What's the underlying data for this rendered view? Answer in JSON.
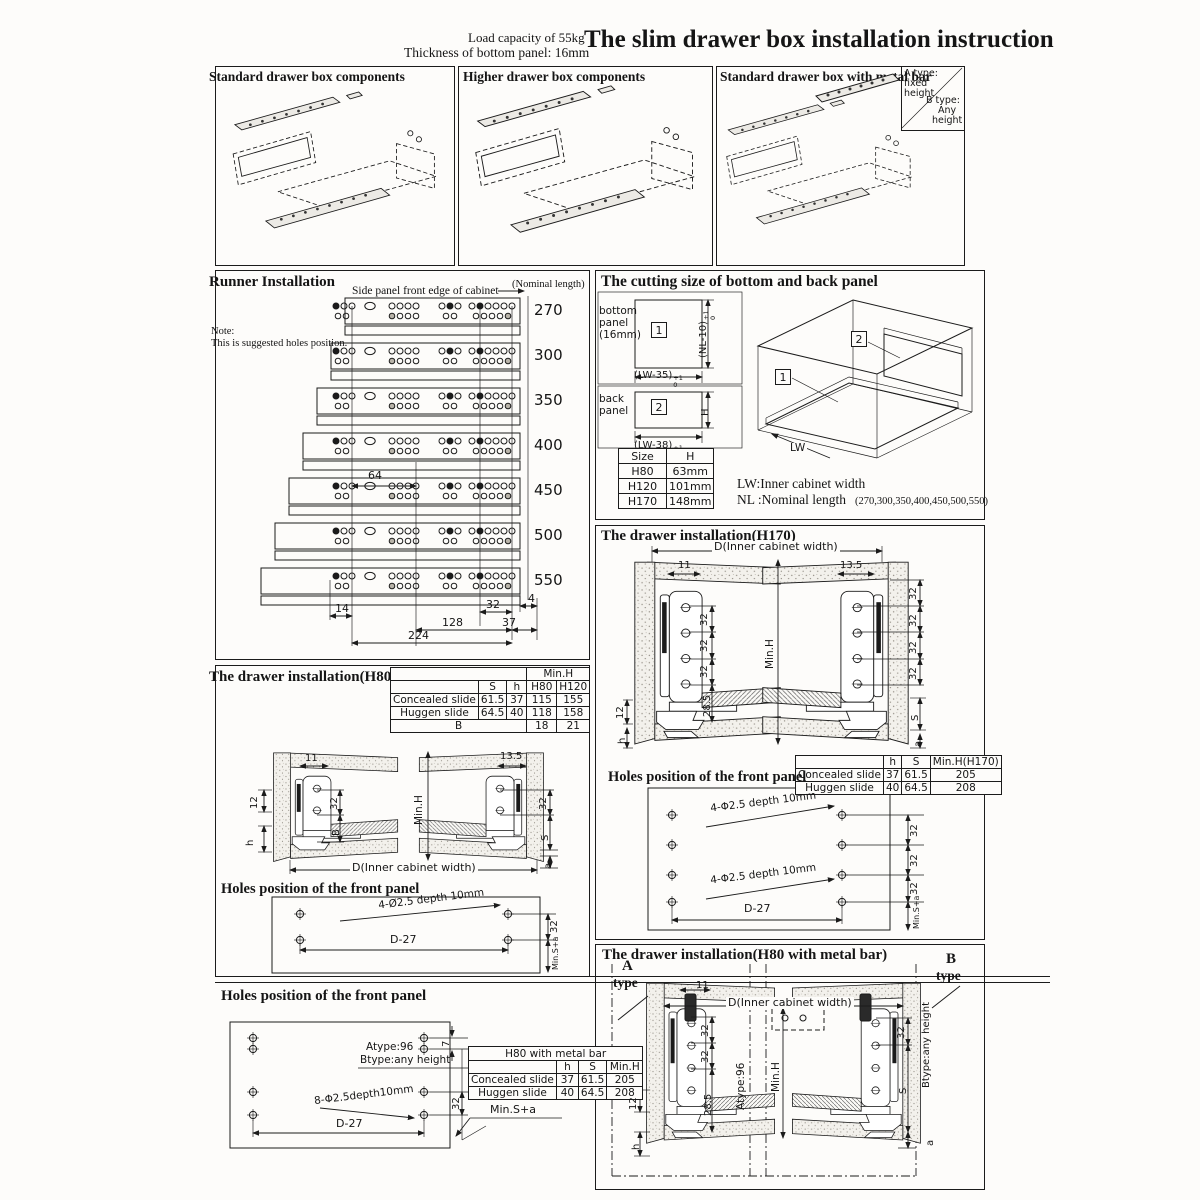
{
  "header": {
    "load_capacity": "Load capacity of 55kg",
    "thickness": "Thickness of bottom panel: 16mm",
    "title": "The slim drawer box installation instruction"
  },
  "components": {
    "standard_title": "Standard drawer box components",
    "higher_title": "Higher drawer box components",
    "metalbar_title": "Standard drawer box with metal bar",
    "a_line1": "A type:",
    "a_line2": "fixed",
    "a_line3": "height",
    "b_line1": "B type:",
    "b_line2": "Any",
    "b_line3": "height"
  },
  "runner": {
    "title": "Runner Installation",
    "side_edge_label": "Side panel front edge of cabinet",
    "nominal_label": "(Nominal length)",
    "note_line1": "Note:",
    "note_line2": "This is suggested holes position.",
    "lengths": [
      "270",
      "300",
      "350",
      "400",
      "450",
      "500",
      "550"
    ],
    "d64": "64",
    "d14": "14",
    "d128": "128",
    "d32": "32",
    "d224": "224",
    "d37": "37",
    "d4": "4"
  },
  "cutting": {
    "title": "The cutting size of bottom and back panel",
    "bottom_l1": "bottom",
    "bottom_l2": "panel",
    "bottom_l3": "(16mm)",
    "back_l1": "back",
    "back_l2": "panel",
    "callout_1": "1",
    "callout_2": "2",
    "bottom_w": "(LW-35)",
    "bottom_h": "(NL-10)",
    "back_w": "(LW-38)",
    "back_h": "H",
    "tol_sup": "+1",
    "tol_sub": "0",
    "lw_dim": "LW",
    "size_table": {
      "c1": "Size",
      "c2": "H",
      "rows": [
        [
          "H80",
          "63mm"
        ],
        [
          "H120",
          "101mm"
        ],
        [
          "H170",
          "148mm"
        ]
      ]
    },
    "note_lw": "LW:Inner cabinet width",
    "note_nl_a": "NL :Nominal length",
    "note_nl_b": "(270,300,350,400,450,500,550)"
  },
  "h170": {
    "title": "The drawer installation(H170)",
    "d_label": "D(Inner cabinet width)",
    "holes_title": "Holes position of the front panel",
    "hole_spec": "4-Φ2.5 depth 10mm",
    "d27": "D-27",
    "min_sa": "Min.S+a",
    "table": {
      "h": "h",
      "s": "S",
      "minh": "Min.H(H170)",
      "rows": [
        [
          "Concealed slide",
          "37",
          "61.5",
          "205"
        ],
        [
          "Huggen slide",
          "40",
          "64.5",
          "208"
        ]
      ]
    }
  },
  "h80120": {
    "title": "The drawer installation(H80/120)",
    "d_label": "D(Inner cabinet width)",
    "holes_title": "Holes position of the front panel",
    "hole_spec": "4-Ø2.5 depth 10mm",
    "d27": "D-27",
    "min_sa": "Min.S+a",
    "table": {
      "minh": "Min.H",
      "s": "S",
      "h": "h",
      "h80": "H80",
      "h120": "H120",
      "rows": [
        [
          "Concealed slide",
          "61.5",
          "37",
          "115",
          "155"
        ],
        [
          "Huggen slide",
          "64.5",
          "40",
          "118",
          "158"
        ]
      ],
      "b_label": "B",
      "b_h80": "18",
      "b_h120": "21"
    }
  },
  "metalbar": {
    "title": "The drawer installation(H80 with metal bar)",
    "a1": "A",
    "a2": "type",
    "b1": "B",
    "b2": "type",
    "btype_height": "Btype:any height",
    "atype_96": "Atype:96",
    "d_label": "D(Inner cabinet width)",
    "min_sa": "Min.S+a",
    "table": {
      "title": "H80 with metal bar",
      "h": "h",
      "s": "S",
      "minh": "Min.H",
      "rows": [
        [
          "Concealed slide",
          "37",
          "61.5",
          "205"
        ],
        [
          "Huggen slide",
          "40",
          "64.5",
          "208"
        ]
      ]
    }
  },
  "holes_bottom": {
    "title": "Holes position of the front panel",
    "atype": "Atype:96",
    "btype": "Btype:any height",
    "hole_spec": "8-Φ2.5depth10mm",
    "d27": "D-27"
  },
  "dims": {
    "d11": "11",
    "d135": "13.5",
    "d12": "12",
    "dh": "h",
    "d285": "28.5",
    "d32": "32",
    "minH": "Min.H",
    "dS": "S",
    "da": "a",
    "dB": "B",
    "d7": "7"
  }
}
